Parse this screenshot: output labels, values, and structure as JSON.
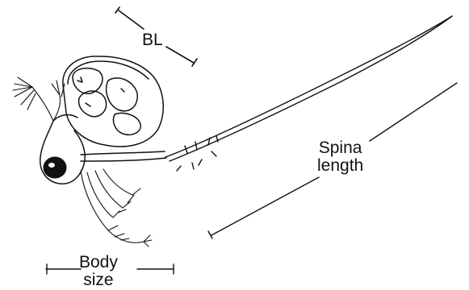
{
  "labels": {
    "bl": "BL",
    "spina_line1": "Spina",
    "spina_line2": "length",
    "body_line1": "Body",
    "body_line2": "size"
  },
  "colors": {
    "ink": "#111111",
    "background": "#ffffff"
  }
}
